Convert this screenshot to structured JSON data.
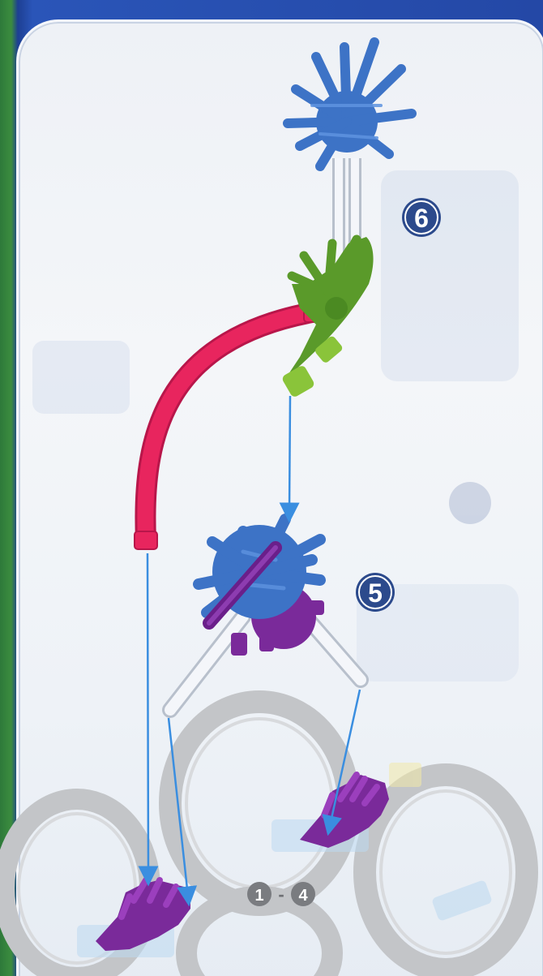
{
  "steps": {
    "step6_label": "6",
    "step5_label": "5",
    "range_start": "1",
    "range_dash": "-",
    "range_end": "4"
  },
  "colors": {
    "badge_fill": "#2c4a8c",
    "blue_connector": "#3d73c6",
    "green_connector": "#5a9a2a",
    "red_rod": "#e8255e",
    "purple_connector": "#7a2a9a",
    "white_rod": "#e9eef5",
    "guide_arrow": "#3a8ee0",
    "wheel": "#bfc1c4"
  }
}
